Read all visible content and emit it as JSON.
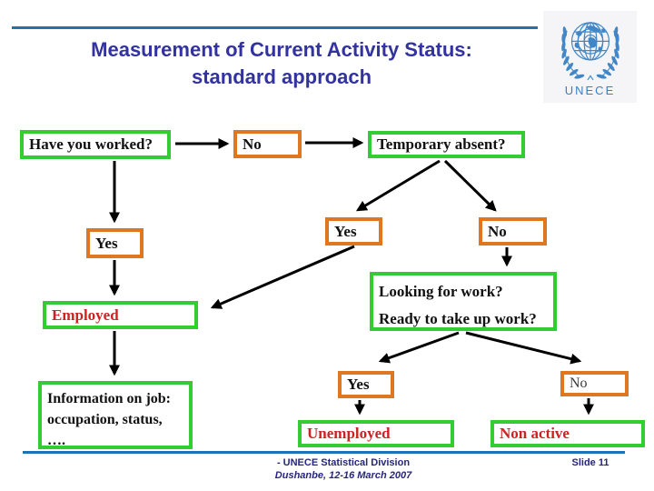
{
  "title": {
    "line1": "Measurement of Current Activity Status:",
    "line2": "standard approach"
  },
  "logo": {
    "caption": "UNECE"
  },
  "flow": {
    "have_you_worked": "Have you worked?",
    "no1": "No",
    "temporary_absent": "Temporary absent?",
    "yes1": "Yes",
    "yes2": "Yes",
    "no2": "No",
    "employed": "Employed",
    "looking_line1": "Looking for work?",
    "looking_line2": "Ready to take up work?",
    "info_line1": "Information on job:",
    "info_line2": "occupation, status,",
    "info_line3": "….",
    "yes3": "Yes",
    "no3": "No",
    "unemployed": "Unemployed",
    "non_active": "Non active"
  },
  "footer": {
    "division": "- UNECE Statistical Division",
    "event": "Dushanbe, 12-16 March 2007",
    "slide": "Slide 11"
  },
  "colors": {
    "green_border": "#33CC33",
    "orange_border": "#DD7722",
    "red_text": "#CC2222",
    "blue_rule": "#2172B0",
    "title_blue": "#3232A0",
    "logo_blue": "#4187C7"
  }
}
